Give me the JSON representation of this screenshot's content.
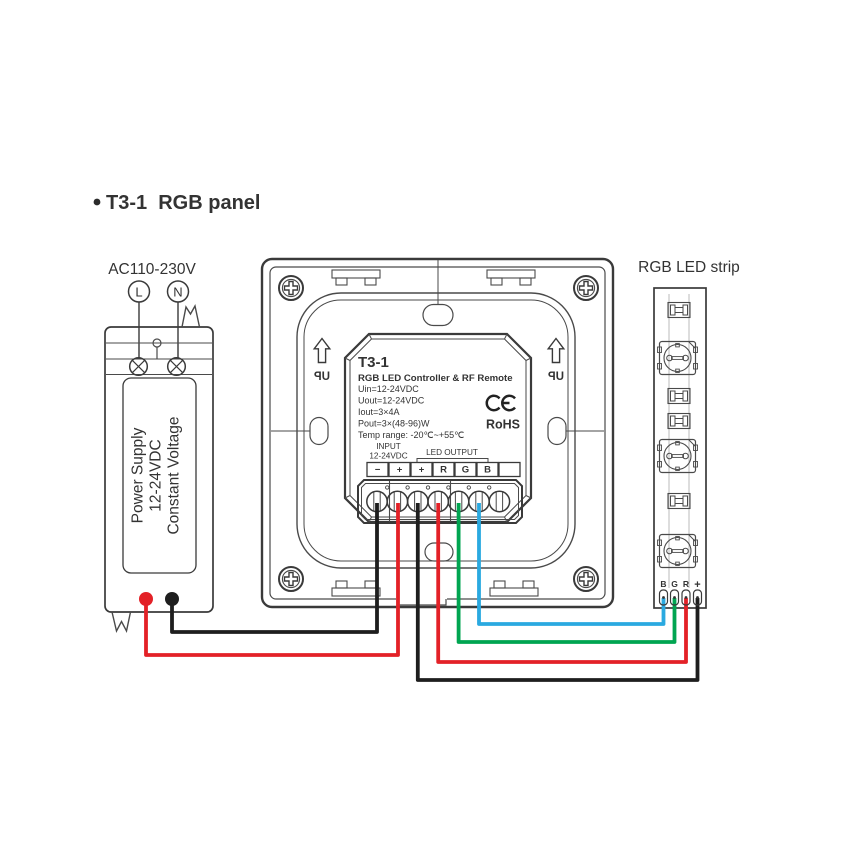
{
  "title": {
    "text": "T3-1  RGB panel"
  },
  "power_supply": {
    "voltage_label": "AC110-230V",
    "terminal_l": "L",
    "terminal_n": "N",
    "label_lines": [
      "Power Supply",
      "12-24VDC",
      "Constant Voltage"
    ]
  },
  "panel": {
    "model": "T3-1",
    "subtitle": "RGB LED Controller & RF Remote",
    "specs": [
      "Uin=12-24VDC",
      "Uout=12-24VDC",
      "Iout=3×4A",
      "Pout=3×(48-96)W",
      "Temp range: -20℃~+55℃"
    ],
    "ce_mark": "CE",
    "rohs": "RoHS",
    "up_label": "UP",
    "input_label": "INPUT",
    "input_voltage": "12-24VDC",
    "output_label": "LED OUTPUT",
    "terminals": [
      "−",
      "+",
      "+",
      "R",
      "G",
      "B",
      ""
    ]
  },
  "led_strip": {
    "label": "RGB LED strip",
    "pads": [
      "B",
      "G",
      "R",
      "+"
    ]
  },
  "wire_colors": {
    "red": "#E32127",
    "green": "#00A551",
    "blue": "#2AA9E0",
    "black": "#1E1E1E",
    "l_letter": "#E32127"
  }
}
